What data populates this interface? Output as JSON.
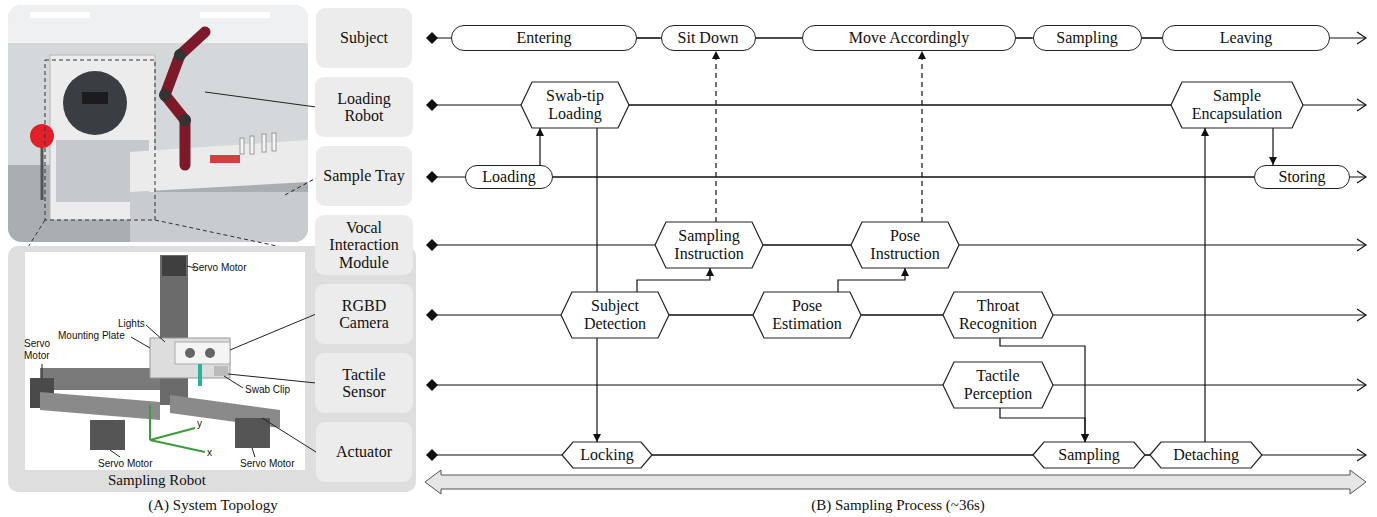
{
  "diagram": {
    "nodes": [
      {
        "text": [
          "Subject"
        ]
      },
      {
        "text": [
          "Loading Robot"
        ]
      },
      {
        "text": [
          "Sample Tray"
        ]
      },
      {
        "text": [
          "Vocal Interaction Module"
        ]
      },
      {
        "text": [
          "RGBD Camera"
        ]
      },
      {
        "text": [
          "Tactile Sensor"
        ]
      },
      {
        "text": [
          "Actuator"
        ]
      },
      {
        "text": [
          "Entering"
        ]
      },
      {
        "text": [
          "Sit Down"
        ]
      },
      {
        "text": [
          "Move Accordingly"
        ]
      },
      {
        "text": [
          "Sampling"
        ]
      },
      {
        "text": [
          "Leaving"
        ]
      },
      {
        "text": [
          "Swab-tip Loading"
        ]
      },
      {
        "text": [
          "Sample Encapsulation"
        ]
      },
      {
        "text": [
          "Loading"
        ]
      },
      {
        "text": [
          "Storing"
        ]
      },
      {
        "text": [
          "Sampling Instruction"
        ]
      },
      {
        "text": [
          "Pose Instruction"
        ]
      },
      {
        "text": [
          "Subject Detection"
        ]
      },
      {
        "text": [
          "Pose Estimation"
        ]
      },
      {
        "text": [
          "Throat Recognition"
        ]
      },
      {
        "text": [
          "Tactile Perception"
        ]
      },
      {
        "text": [
          "Locking"
        ]
      },
      {
        "text": [
          "Sampling"
        ]
      },
      {
        "text": [
          "Detaching"
        ]
      }
    ],
    "edges": [
      {
        "from": 7,
        "to": 8,
        "arrow": "none"
      },
      {
        "from": 8,
        "to": 9,
        "arrow": "none"
      },
      {
        "from": 9,
        "to": 10,
        "arrow": "none"
      },
      {
        "from": 10,
        "to": 11,
        "arrow": "none"
      },
      {
        "from": 12,
        "to": 13,
        "arrow": "none"
      },
      {
        "from": 14,
        "to": 15,
        "arrow": "none"
      },
      {
        "from": 16,
        "to": 17,
        "arrow": "none"
      },
      {
        "from": 18,
        "to": 19,
        "arrow": "none"
      },
      {
        "from": 19,
        "to": 20,
        "arrow": "none"
      },
      {
        "from": 22,
        "to": 23,
        "arrow": "none"
      },
      {
        "from": 23,
        "to": 24,
        "arrow": "none"
      },
      {
        "from": 14,
        "to": 12,
        "arrow": "to"
      },
      {
        "from": 12,
        "to": 18,
        "arrow": "none"
      },
      {
        "from": 18,
        "to": 22,
        "arrow": "to"
      },
      {
        "from": 18,
        "to": 16,
        "arrow": "to"
      },
      {
        "from": 16,
        "to": 8,
        "arrow": "to"
      },
      {
        "from": 19,
        "to": 17,
        "arrow": "to"
      },
      {
        "from": 17,
        "to": 9,
        "arrow": "to"
      },
      {
        "from": 20,
        "to": 23,
        "arrow": "to"
      },
      {
        "from": 21,
        "to": 23,
        "arrow": "to"
      },
      {
        "from": 24,
        "to": 13,
        "arrow": "to"
      },
      {
        "from": 13,
        "to": 15,
        "arrow": "to"
      }
    ],
    "labels": [
      "Servo Motor",
      "Lights",
      "Mounting Plate",
      "Servo Motor",
      "Swab Clip",
      "y",
      "x",
      "Servo Motor",
      "Servo Motor",
      "Sampling Robot",
      "(A) System Topology",
      "(B) Sampling Process (~36s)"
    ]
  }
}
